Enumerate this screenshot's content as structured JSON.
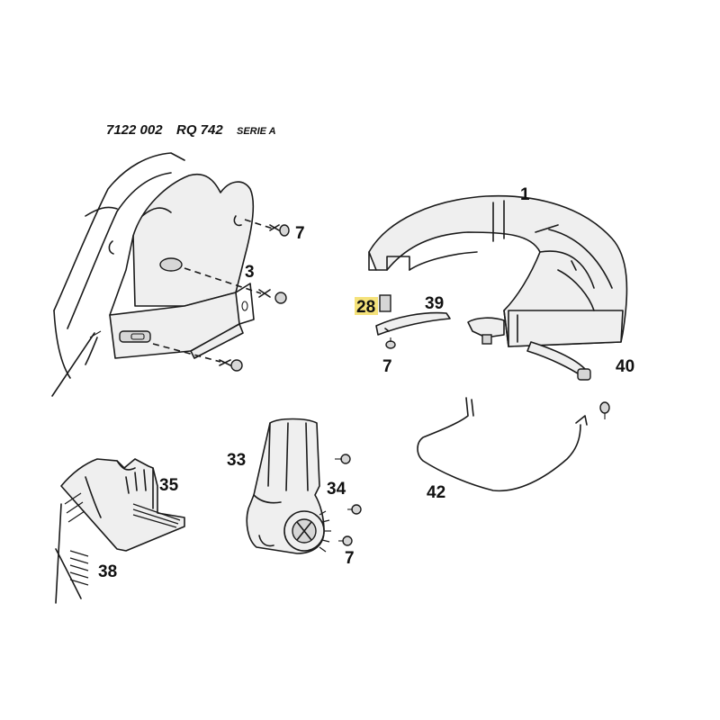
{
  "header": {
    "part_code": "7122 002",
    "model": "RQ 742",
    "series": "SERIE A"
  },
  "highlight_color": "#f5e27a",
  "callouts": {
    "c1": "1",
    "c3": "3",
    "c7_top": "7",
    "c7_mid": "7",
    "c7_bot": "7",
    "c28": "28",
    "c39": "39",
    "c40": "40",
    "c42": "42",
    "c33": "33",
    "c34": "34",
    "c35": "35",
    "c38": "38"
  }
}
